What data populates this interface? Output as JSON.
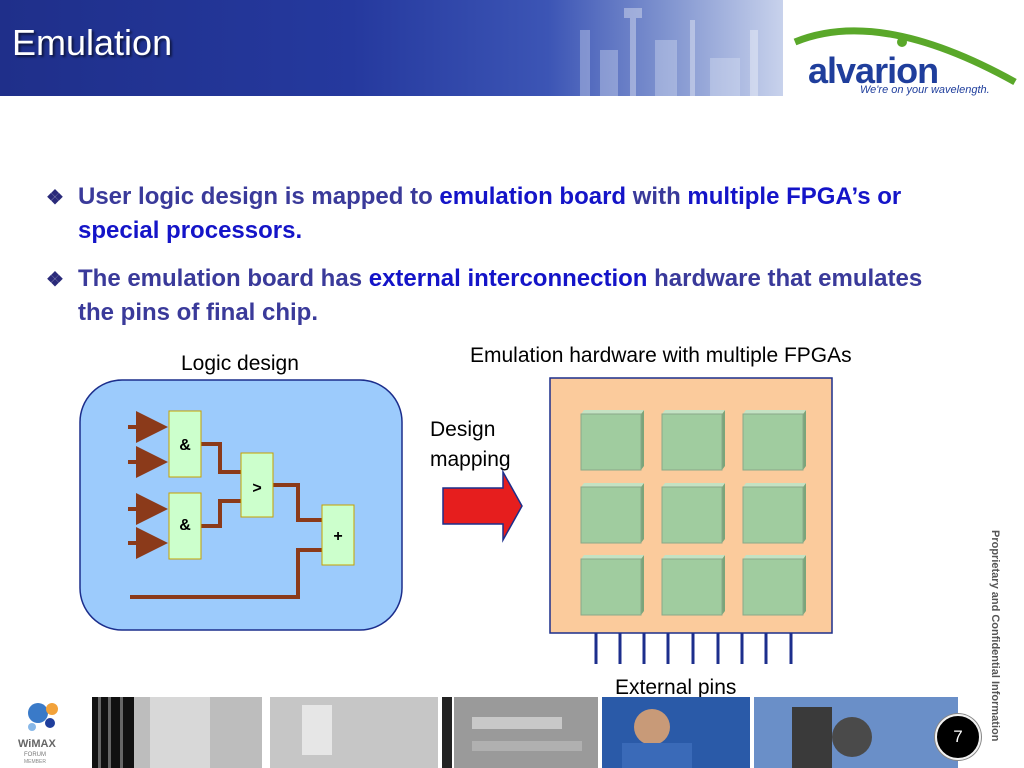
{
  "slide": {
    "title": "Emulation",
    "logo": {
      "name": "alvarion",
      "tagline": "We're on your wavelength.",
      "colors": {
        "text": "#1f3e9c",
        "swoosh": "#5aa82a"
      }
    },
    "bullets": [
      {
        "parts": [
          {
            "text": "User logic design is mapped to ",
            "highlight": false
          },
          {
            "text": "emulation board",
            "highlight": true
          },
          {
            "text": " with ",
            "highlight": false
          },
          {
            "text": "multiple FPGA’s or special processors.",
            "highlight": true
          }
        ]
      },
      {
        "parts": [
          {
            "text": "The emulation board has ",
            "highlight": false
          },
          {
            "text": "external interconnection",
            "highlight": true
          },
          {
            "text": " hardware that emulates the pins of final chip.",
            "highlight": false
          }
        ]
      }
    ],
    "diagram": {
      "logic_label": "Logic design",
      "emulation_label": "Emulation hardware with multiple FPGAs",
      "mapping_label_1": "Design",
      "mapping_label_2": "mapping",
      "pins_label": "External pins",
      "gates": {
        "and1": "&",
        "and2": "&",
        "compare": ">",
        "plus": "+"
      }
    },
    "footer": {
      "wimax_1": "WiMAX",
      "wimax_2": "FORUM",
      "wimax_3": "MEMBER",
      "page_number": "7",
      "confidential": "Proprietary and Confidential Information"
    },
    "colors": {
      "header": "#25399e",
      "bullet_text": "#3a3a9a",
      "highlight": "#1414c8",
      "logic_bg": "#9ccbfc",
      "board_bg": "#fbcb9c",
      "fpga": "#a0cc9f",
      "wire": "#8b3a1a",
      "arrow": "#e61e1e"
    }
  }
}
